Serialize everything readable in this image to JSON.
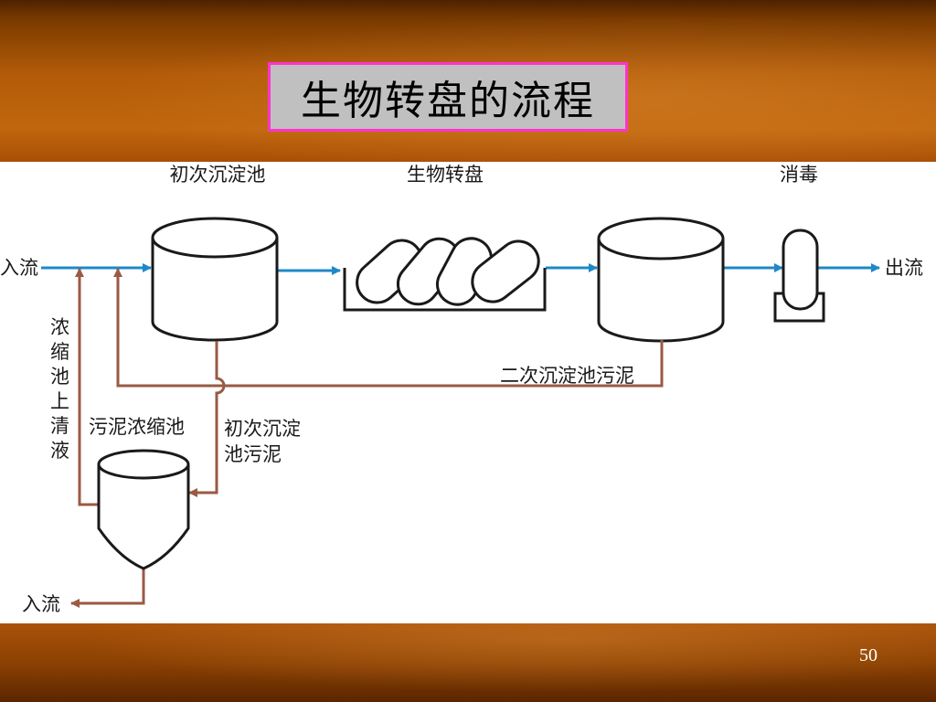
{
  "slide": {
    "title": "生物转盘的流程",
    "page_number": "50"
  },
  "diagram": {
    "stages": {
      "primary_clarifier": "初次沉淀池",
      "rotating_disc": "生物转盘",
      "disinfection": "消毒"
    },
    "labels": {
      "inflow_main": "入流",
      "outflow": "出流",
      "secondary_sludge": "二次沉淀池污泥",
      "thickener": "污泥浓缩池",
      "primary_sludge_line1": "初次沉淀",
      "primary_sludge_line2": "池污泥",
      "supernatant_chars": [
        "浓",
        "缩",
        "池",
        "上",
        "清",
        "液"
      ],
      "inflow_bottom": "入流"
    },
    "colors": {
      "water_line": "#1e88c8",
      "sludge_line": "#9a5a44",
      "outline": "#1a1a1a"
    }
  }
}
